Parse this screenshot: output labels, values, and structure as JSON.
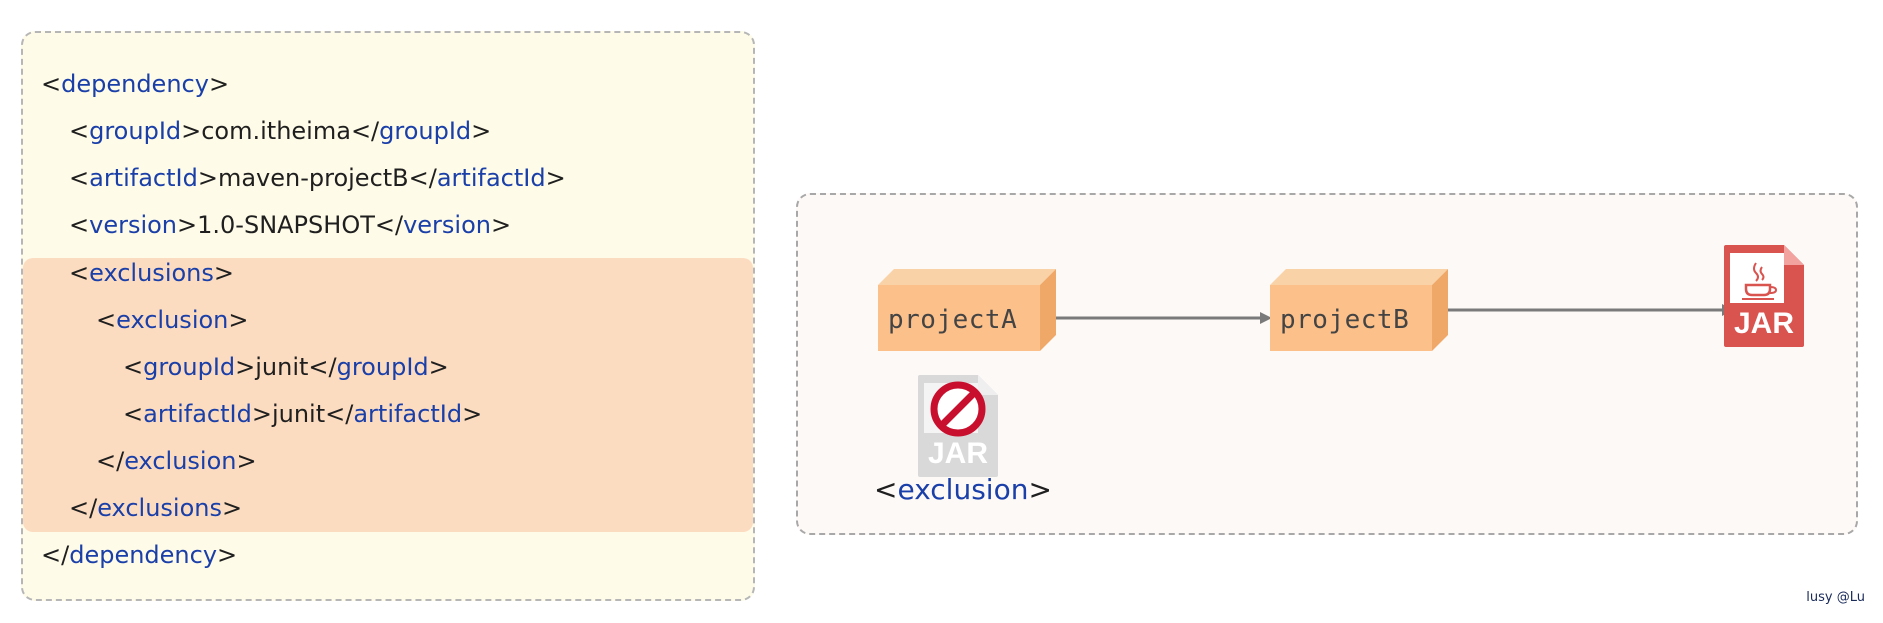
{
  "code": {
    "lines": [
      {
        "open": "<",
        "tag": "dependency",
        "close": ">",
        "text": "",
        "end_open": "",
        "end_tag": "",
        "end_close": ""
      },
      {
        "open": "<",
        "tag": "groupId",
        "close": ">",
        "text": "com.itheima",
        "end_open": "</",
        "end_tag": "groupId",
        "end_close": ">"
      },
      {
        "open": "<",
        "tag": "artifactId",
        "close": ">",
        "text": "maven-projectB",
        "end_open": "</",
        "end_tag": "artifactId",
        "end_close": ">"
      },
      {
        "open": "<",
        "tag": "version",
        "close": ">",
        "text": "1.0-SNAPSHOT",
        "end_open": "</",
        "end_tag": "version",
        "end_close": ">"
      },
      {
        "open": "<",
        "tag": "exclusions",
        "close": ">",
        "text": "",
        "end_open": "",
        "end_tag": "",
        "end_close": ""
      },
      {
        "open": "<",
        "tag": "exclusion",
        "close": ">",
        "text": "",
        "end_open": "",
        "end_tag": "",
        "end_close": ""
      },
      {
        "open": "<",
        "tag": "groupId",
        "close": ">",
        "text": "junit",
        "end_open": "</",
        "end_tag": "groupId",
        "end_close": ">"
      },
      {
        "open": "<",
        "tag": "artifactId",
        "close": ">",
        "text": "junit",
        "end_open": "</",
        "end_tag": "artifactId",
        "end_close": ">"
      },
      {
        "open": "</",
        "tag": "exclusion",
        "close": ">",
        "text": "",
        "end_open": "",
        "end_tag": "",
        "end_close": ""
      },
      {
        "open": "</",
        "tag": "exclusions",
        "close": ">",
        "text": "",
        "end_open": "",
        "end_tag": "",
        "end_close": ""
      },
      {
        "open": "</",
        "tag": "dependency",
        "close": ">",
        "text": "",
        "end_open": "",
        "end_tag": "",
        "end_close": ""
      }
    ]
  },
  "diagram": {
    "project_a": "projectA",
    "project_b": "projectB",
    "jar_label": "JAR",
    "excluded_jar_label": "JAR",
    "exclusion_tag": {
      "open": "<",
      "tag": "exclusion",
      "close": ">"
    }
  },
  "watermark": "lusy @Lu",
  "colors": {
    "tag": "#1a3fa8",
    "box_front": "#fcc08a",
    "box_top": "#f9d2a8",
    "box_side": "#f0a868",
    "jar": "#d9534f",
    "ban": "#c8102e"
  }
}
